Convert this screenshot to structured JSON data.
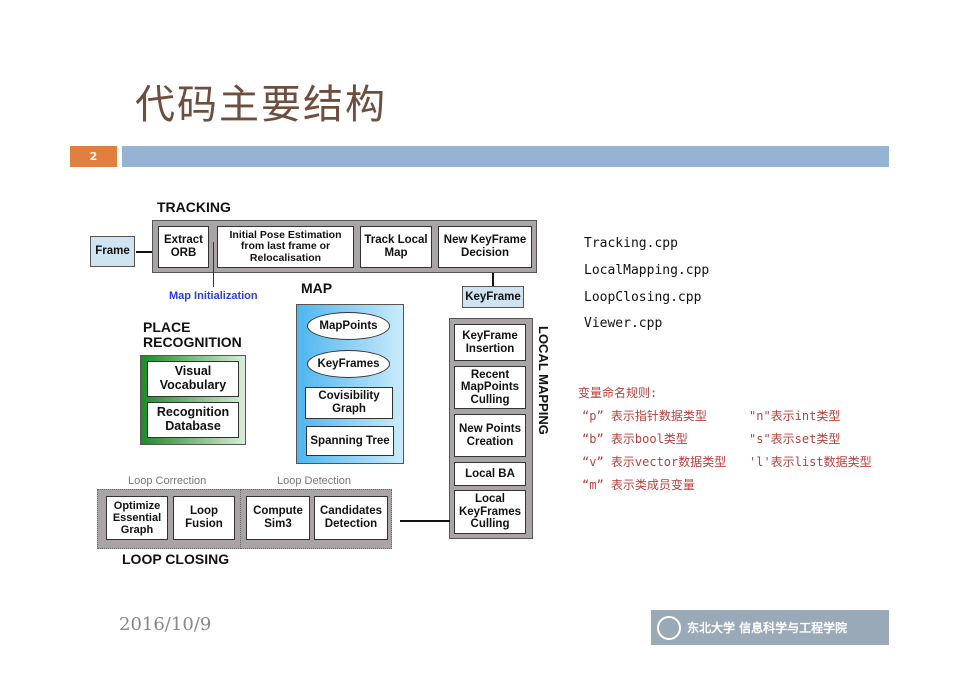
{
  "slide": {
    "title": "代码主要结构",
    "page_number": "2",
    "date": "2016/10/9"
  },
  "diagram": {
    "tracking": {
      "label": "TRACKING",
      "frame": "Frame",
      "steps": [
        "Extract ORB",
        "Initial Pose Estimation from last frame or Relocalisation",
        "Track Local Map",
        "New KeyFrame Decision"
      ],
      "map_init": "Map Initialization"
    },
    "map": {
      "label": "MAP",
      "items": [
        "MapPoints",
        "KeyFrames",
        "Covisibility Graph",
        "Spanning Tree"
      ]
    },
    "place": {
      "label": "PLACE RECOGNITION",
      "items": [
        "Visual Vocabulary",
        "Recognition Database"
      ]
    },
    "keyframe": "KeyFrame",
    "local_mapping": {
      "label": "LOCAL MAPPING",
      "steps": [
        "KeyFrame Insertion",
        "Recent MapPoints Culling",
        "New Points Creation",
        "Local BA",
        "Local KeyFrames Culling"
      ]
    },
    "loop_closing": {
      "label": "LOOP CLOSING",
      "correction": "Loop Correction",
      "detection": "Loop Detection",
      "steps": [
        "Optimize Essential Graph",
        "Loop Fusion",
        "Compute Sim3",
        "Candidates Detection"
      ]
    }
  },
  "files": [
    "Tracking.cpp",
    "LocalMapping.cpp",
    "LoopClosing.cpp",
    "Viewer.cpp"
  ],
  "naming": {
    "title": "变量命名规则:",
    "rules": [
      "“p” 表示指针数据类型",
      "\"n\"表示int类型",
      "“b” 表示bool类型",
      "\"s\"表示set类型",
      "“v” 表示vector数据类型",
      "'l'表示list数据类型",
      "“m” 表示类成员变量"
    ]
  },
  "logo": {
    "text": "东北大学 信息科学与工程学院"
  }
}
